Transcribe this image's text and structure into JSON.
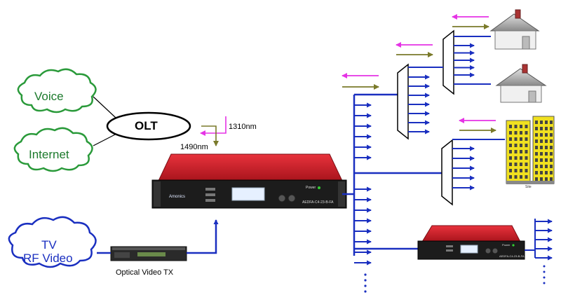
{
  "clouds": {
    "voice": "Voice",
    "internet": "Internet",
    "tv_line1": "TV",
    "tv_line2": "RF Video"
  },
  "olt": "OLT",
  "wavelengths": {
    "upstream": "1310nm",
    "downstream": "1490nm"
  },
  "optical_tx_label": "Optical Video TX",
  "edfa_main": {
    "brand": "Amonics",
    "model": "AEDFA-C4-23-B-FA",
    "power_label": "Power"
  },
  "edfa_small": {
    "model": "AEDFA-C4-23-B-FA",
    "power_label": "Power"
  },
  "building_sign": "Site",
  "colors": {
    "upstream": "#e533e5",
    "downstream": "#7a7a2a",
    "fiber": "#1a2fc0",
    "chassis": "#c8202a",
    "building": "#f0e020"
  }
}
